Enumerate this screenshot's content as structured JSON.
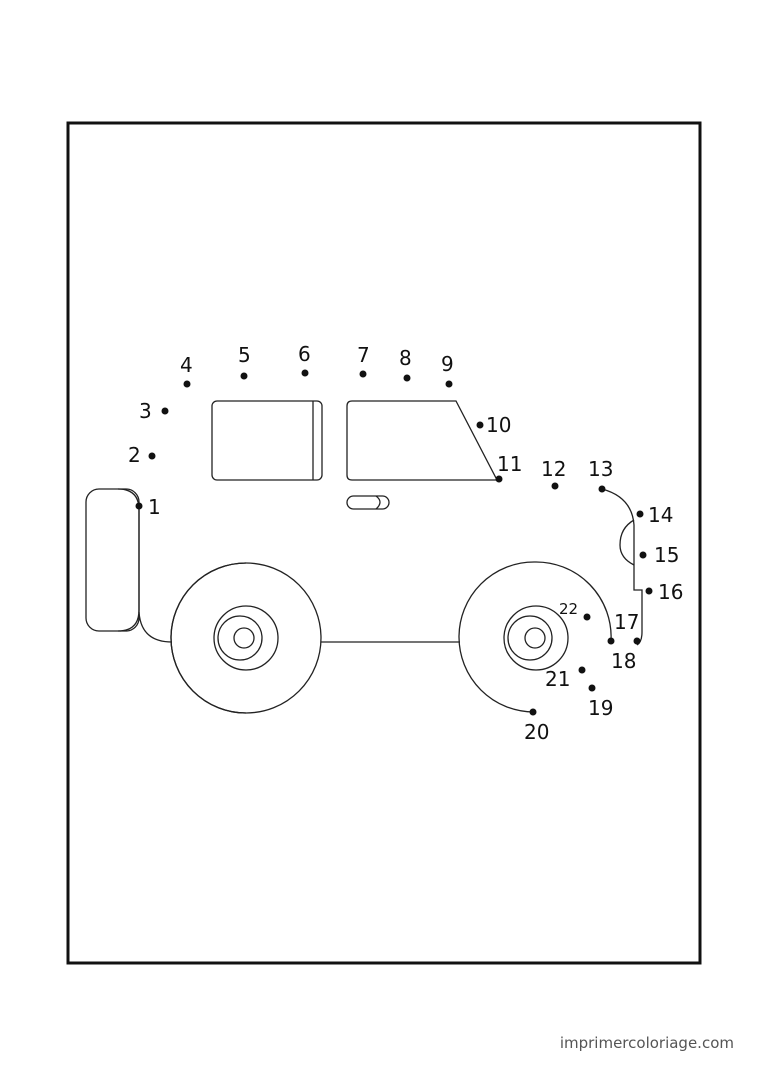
{
  "credit": "imprimercoloriage.com",
  "dots": [
    {
      "label": "1"
    },
    {
      "label": "2"
    },
    {
      "label": "3"
    },
    {
      "label": "4"
    },
    {
      "label": "5"
    },
    {
      "label": "6"
    },
    {
      "label": "7"
    },
    {
      "label": "8"
    },
    {
      "label": "9"
    },
    {
      "label": "10"
    },
    {
      "label": "11"
    },
    {
      "label": "12"
    },
    {
      "label": "13"
    },
    {
      "label": "14"
    },
    {
      "label": "15"
    },
    {
      "label": "16"
    },
    {
      "label": "17"
    },
    {
      "label": "18"
    },
    {
      "label": "19"
    },
    {
      "label": "20"
    },
    {
      "label": "21"
    },
    {
      "label": "22"
    }
  ]
}
